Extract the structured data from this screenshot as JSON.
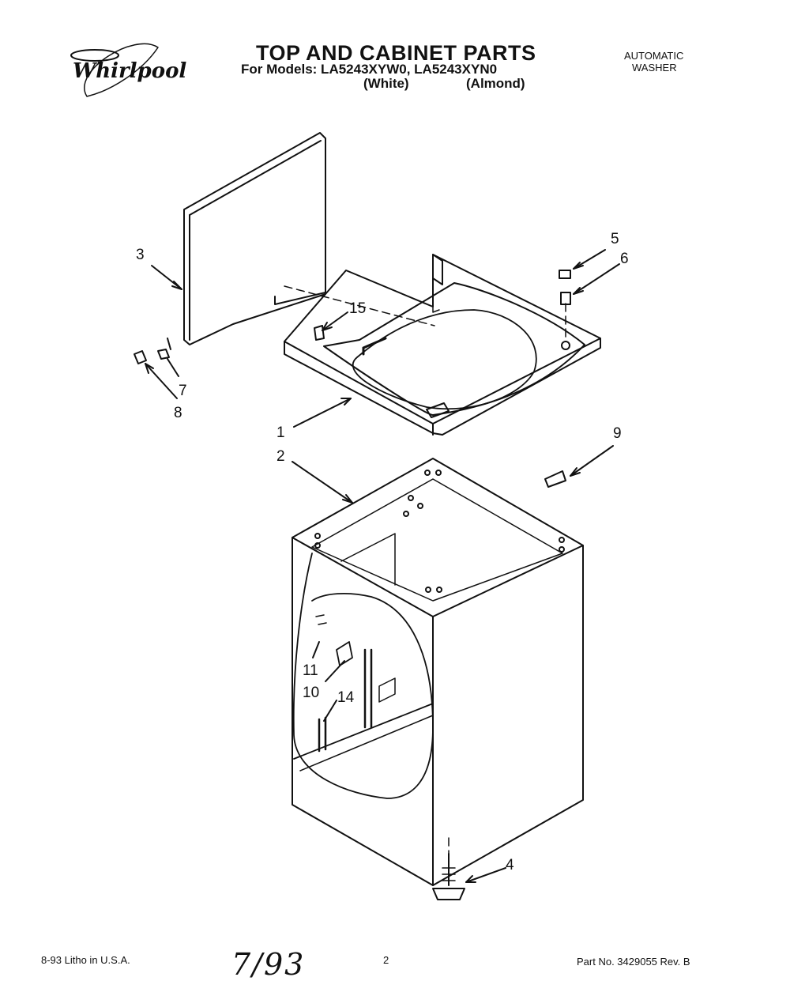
{
  "header": {
    "brand": "Whirlpool",
    "title": "TOP AND CABINET PARTS",
    "models_line": "For Models: LA5243XYW0,   LA5243XYN0",
    "variant_white": "(White)",
    "variant_almond": "(Almond)",
    "category_line1": "AUTOMATIC",
    "category_line2": "WASHER"
  },
  "callouts": [
    "1",
    "2",
    "3",
    "4",
    "5",
    "6",
    "7",
    "8",
    "9",
    "10",
    "11",
    "14",
    "15"
  ],
  "footer": {
    "date_print": "8-93  Litho in U.S.A.",
    "page_number": "2",
    "handwritten": "7/93",
    "part_no": "Part No. 3429055  Rev. B"
  }
}
